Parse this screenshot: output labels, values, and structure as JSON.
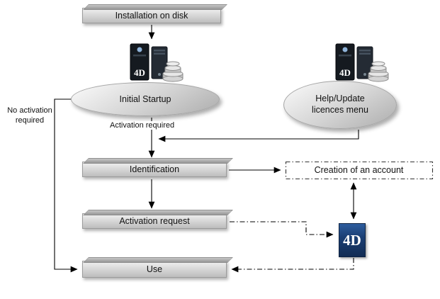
{
  "nodes": {
    "installation_on_disk": {
      "label": "Installation on disk"
    },
    "initial_startup": {
      "label": "Initial Startup"
    },
    "help_update_menu": {
      "line1": "Help/Update",
      "line2": "licences menu"
    },
    "identification": {
      "label": "Identification"
    },
    "creation_of_account": {
      "label": "Creation of an account"
    },
    "activation_request": {
      "label": "Activation request"
    },
    "use": {
      "label": "Use"
    }
  },
  "annotations": {
    "no_activation_line1": "No activation",
    "no_activation_line2": "required",
    "activation_required": "Activation required"
  },
  "icons": {
    "computer_tower_logo": "4D",
    "four_d_logo": "4D"
  },
  "colors": {
    "background": "#ffffff",
    "bar_light": "#f1f1f1",
    "bar_dark": "#bdbdbd",
    "ellipse_light": "#f4f4f4",
    "ellipse_dark": "#b1b1b1",
    "logo_navy": "#1b3f74",
    "line": "#000000"
  }
}
